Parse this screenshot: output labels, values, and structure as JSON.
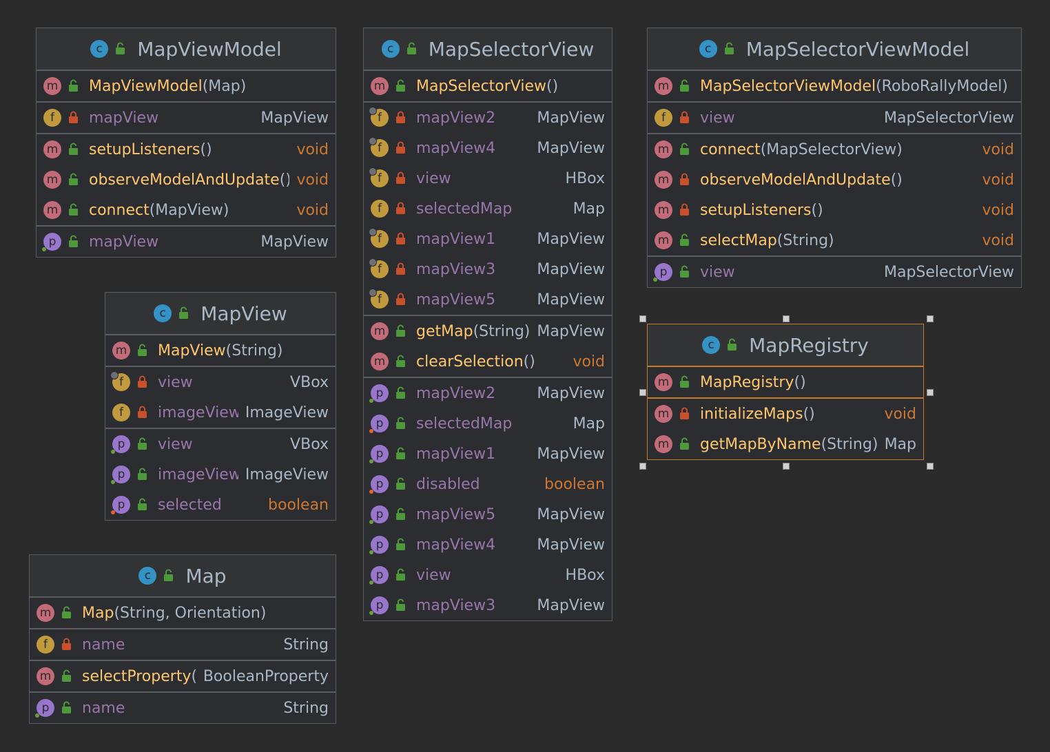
{
  "classes": {
    "mapviewmodel": {
      "title": "MapViewModel",
      "constructor": {
        "name": "MapViewModel",
        "params": "(Map)"
      },
      "fields": [
        {
          "name": "mapView",
          "type": "MapView"
        }
      ],
      "methods": [
        {
          "name": "setupListeners",
          "params": "()",
          "type": "void"
        },
        {
          "name": "observeModelAndUpdate",
          "params": "()",
          "type": "void"
        },
        {
          "name": "connect",
          "params": "(MapView)",
          "type": "void"
        }
      ],
      "properties": [
        {
          "name": "mapView",
          "type": "MapView"
        }
      ]
    },
    "mapview": {
      "title": "MapView",
      "constructor": {
        "name": "MapView",
        "params": "(String)"
      },
      "fields": [
        {
          "name": "view",
          "type": "VBox"
        },
        {
          "name": "imageView",
          "type": "ImageView"
        }
      ],
      "properties": [
        {
          "name": "view",
          "type": "VBox"
        },
        {
          "name": "imageView",
          "type": "ImageView"
        },
        {
          "name": "selected",
          "type": "boolean"
        }
      ]
    },
    "map": {
      "title": "Map",
      "constructor": {
        "name": "Map",
        "params": "(String, Orientation)"
      },
      "fields": [
        {
          "name": "name",
          "type": "String"
        }
      ],
      "methods": [
        {
          "name": "selectProperty",
          "params": "()",
          "type": "BooleanProperty"
        }
      ],
      "properties": [
        {
          "name": "name",
          "type": "String"
        }
      ]
    },
    "mapselectorview": {
      "title": "MapSelectorView",
      "constructor": {
        "name": "MapSelectorView",
        "params": "()"
      },
      "fields": [
        {
          "name": "mapView2",
          "type": "MapView"
        },
        {
          "name": "mapView4",
          "type": "MapView"
        },
        {
          "name": "view",
          "type": "HBox"
        },
        {
          "name": "selectedMap",
          "type": "Map"
        },
        {
          "name": "mapView1",
          "type": "MapView"
        },
        {
          "name": "mapView3",
          "type": "MapView"
        },
        {
          "name": "mapView5",
          "type": "MapView"
        }
      ],
      "methods": [
        {
          "name": "getMap",
          "params": "(String)",
          "type": "MapView"
        },
        {
          "name": "clearSelection",
          "params": "()",
          "type": "void"
        }
      ],
      "properties": [
        {
          "name": "mapView2",
          "type": "MapView"
        },
        {
          "name": "selectedMap",
          "type": "Map"
        },
        {
          "name": "mapView1",
          "type": "MapView"
        },
        {
          "name": "disabled",
          "type": "boolean"
        },
        {
          "name": "mapView5",
          "type": "MapView"
        },
        {
          "name": "mapView4",
          "type": "MapView"
        },
        {
          "name": "view",
          "type": "HBox"
        },
        {
          "name": "mapView3",
          "type": "MapView"
        }
      ]
    },
    "mapselectorviewmodel": {
      "title": "MapSelectorViewModel",
      "constructor": {
        "name": "MapSelectorViewModel",
        "params": "(RoboRallyModel)"
      },
      "fields": [
        {
          "name": "view",
          "type": "MapSelectorView"
        }
      ],
      "methods": [
        {
          "name": "connect",
          "params": "(MapSelectorView)",
          "type": "void"
        },
        {
          "name": "observeModelAndUpdate",
          "params": "()",
          "type": "void"
        },
        {
          "name": "setupListeners",
          "params": "()",
          "type": "void"
        },
        {
          "name": "selectMap",
          "params": "(String)",
          "type": "void"
        }
      ],
      "properties": [
        {
          "name": "view",
          "type": "MapSelectorView"
        }
      ]
    },
    "mapregistry": {
      "title": "MapRegistry",
      "constructor": {
        "name": "MapRegistry",
        "params": "()"
      },
      "methods": [
        {
          "name": "initializeMaps",
          "params": "()",
          "type": "void"
        },
        {
          "name": "getMapByName",
          "params": "(String)",
          "type": "Map"
        }
      ]
    }
  },
  "badges": {
    "class": "c",
    "method": "m",
    "field": "f",
    "property": "p"
  },
  "colors": {
    "background": "#2b2b2b",
    "method_name": "#ffc66d",
    "field_name": "#9876aa",
    "keyword": "#cc7832",
    "selection": "#c57a2c"
  }
}
